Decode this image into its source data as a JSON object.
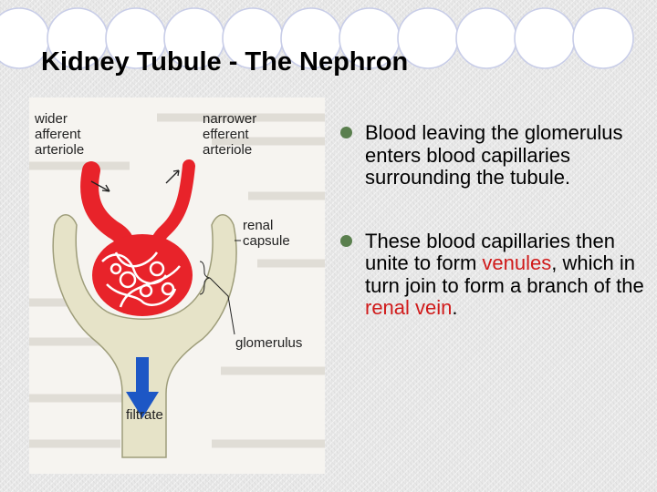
{
  "slide": {
    "title": "Kidney Tubule - The Nephron"
  },
  "diagram": {
    "labels": {
      "wider_afferent": "wider",
      "wider_afferent_2": "afferent",
      "wider_afferent_3": "arteriole",
      "narrower_efferent": "narrower",
      "narrower_efferent_2": "efferent",
      "narrower_efferent_3": "arteriole",
      "renal_capsule": "renal",
      "renal_capsule_2": "capsule",
      "glomerulus": "glomerulus",
      "filtrate": "filtrate"
    },
    "colors": {
      "blood": "#e8232a",
      "capsule": "#e6e3c8",
      "capsule_outline": "#9e9d7a",
      "filtrate_arrow": "#1d57c5"
    }
  },
  "bullets": [
    {
      "text": "Blood leaving the glomerulus enters blood capillaries surrounding the tubule."
    },
    {
      "pre": "These blood capillaries then unite to form ",
      "red1": "venules",
      "mid": ", which in turn join to form a branch of the ",
      "red2": "renal vein",
      "post": "."
    }
  ],
  "colors": {
    "bullet": "#5a7f4e",
    "highlight": "#d01a1a",
    "circle_fill": "#ffffff",
    "circle_stroke": "#c8cde8"
  }
}
